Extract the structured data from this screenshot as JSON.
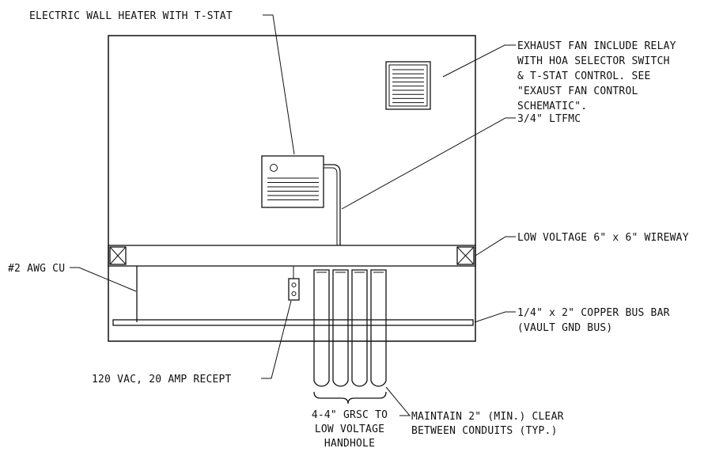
{
  "labels": {
    "heater": "ELECTRIC WALL HEATER WITH T-STAT",
    "exhaust_fan": [
      "EXHAUST FAN INCLUDE RELAY",
      "WITH HOA SELECTOR SWITCH",
      "& T-STAT CONTROL.  SEE",
      "\"EXAUST FAN CONTROL",
      "SCHEMATIC\"."
    ],
    "ltfmc": "3/4\" LTFMC",
    "wireway": "LOW VOLTAGE 6\" x 6\" WIREWAY",
    "awg": "#2 AWG CU",
    "bus_bar": [
      "1/4\" x 2\" COPPER BUS BAR",
      "(VAULT GND BUS)"
    ],
    "recept": "120 VAC, 20 AMP RECEPT",
    "grsc": [
      "4-4\" GRSC TO",
      "LOW VOLTAGE",
      "HANDHOLE"
    ],
    "clear": [
      "MAINTAIN 2\" (MIN.) CLEAR",
      "BETWEEN CONDUITS (TYP.)"
    ]
  },
  "colors": {
    "line": "#111111",
    "background": "#ffffff"
  }
}
